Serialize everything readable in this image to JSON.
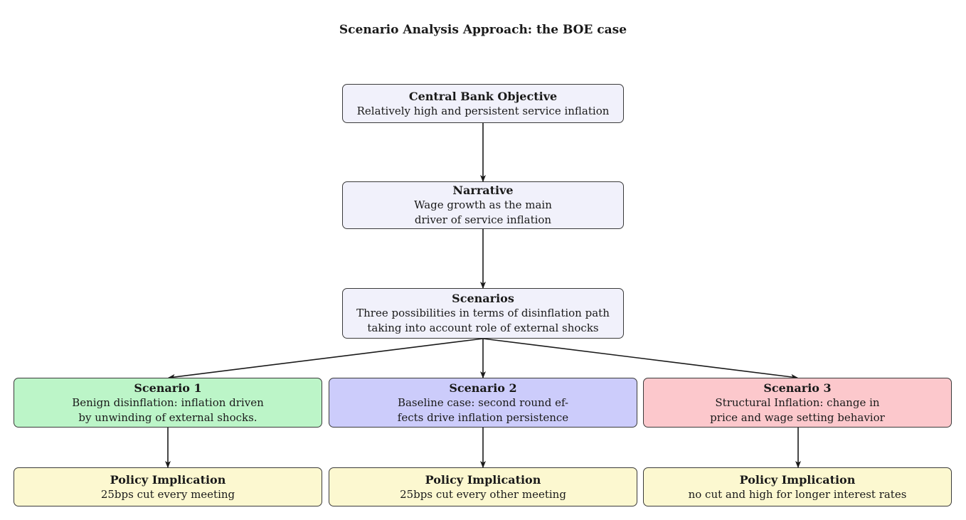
{
  "title": "Scenario Analysis Approach: the BOE case",
  "colors": {
    "neutral": "#f1f1fb",
    "scenario1": "#bcf5c8",
    "scenario2": "#ccccfb",
    "scenario3": "#fcc8cc",
    "policy": "#fcf8d0"
  },
  "objective": {
    "heading": "Central Bank Objective",
    "text": "Relatively high and persistent service inflation"
  },
  "narrative": {
    "heading": "Narrative",
    "text": "Wage growth as the main\ndriver of service inflation"
  },
  "scenarios": {
    "heading": "Scenarios",
    "text": "Three possibilities in terms of disinflation path\ntaking into account role of external shocks"
  },
  "scenario_list": [
    {
      "heading": "Scenario 1",
      "text": "Benign disinflation: inflation driven\nby unwinding of external shocks."
    },
    {
      "heading": "Scenario 2",
      "text": "Baseline case: second round ef-\nfects drive inflation persistence"
    },
    {
      "heading": "Scenario 3",
      "text": "Structural Inflation: change in\nprice and wage setting behavior"
    }
  ],
  "policy_list": [
    {
      "heading": "Policy Implication",
      "text": "25bps cut every meeting"
    },
    {
      "heading": "Policy Implication",
      "text": "25bps cut every other meeting"
    },
    {
      "heading": "Policy Implication",
      "text": "no cut and high for longer interest rates"
    }
  ]
}
